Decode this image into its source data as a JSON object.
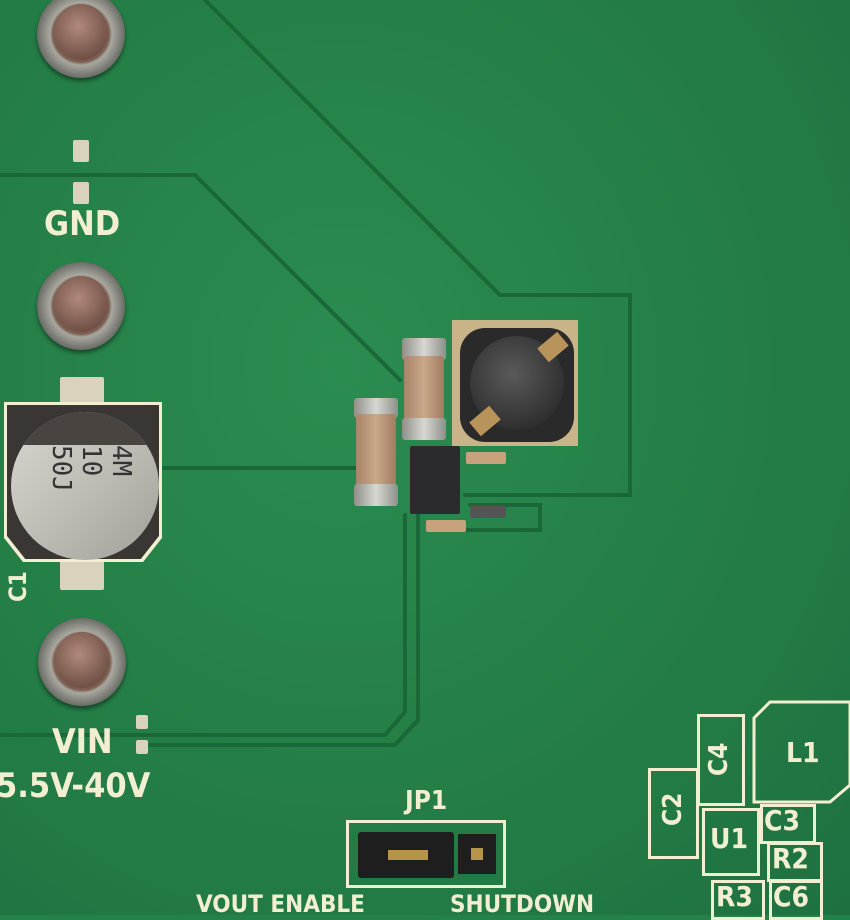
{
  "labels": {
    "gnd": "GND",
    "c1": "C1",
    "vin": "VIN",
    "vin_range": "5.5V-40V",
    "jp1": "JP1",
    "vout_enable": "VOUT ENABLE",
    "shutdown": "SHUTDOWN"
  },
  "capacitor_marking": [
    "4M",
    "10",
    "50J"
  ],
  "assembly_legend": {
    "l1": "L1",
    "c4": "C4",
    "c2": "C2",
    "u1": "U1",
    "c3": "C3",
    "r2": "R2",
    "r3": "R3",
    "c6": "C6"
  },
  "colors": {
    "board": "#25814a",
    "silkscreen": "#f2eed2"
  }
}
